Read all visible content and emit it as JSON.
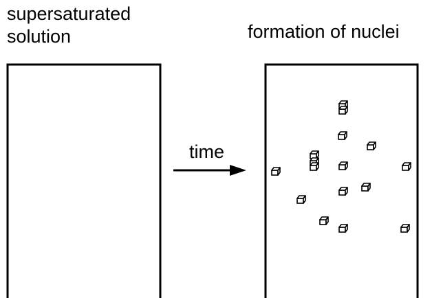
{
  "left_panel": {
    "label_line1": "supersaturated",
    "label_line2": "solution"
  },
  "right_panel": {
    "label": "formation of nuclei"
  },
  "arrow": {
    "label": "time"
  },
  "colors": {
    "stroke": "#000000",
    "background": "#ffffff"
  },
  "nuclei": {
    "icon": "small-cube-icon"
  }
}
